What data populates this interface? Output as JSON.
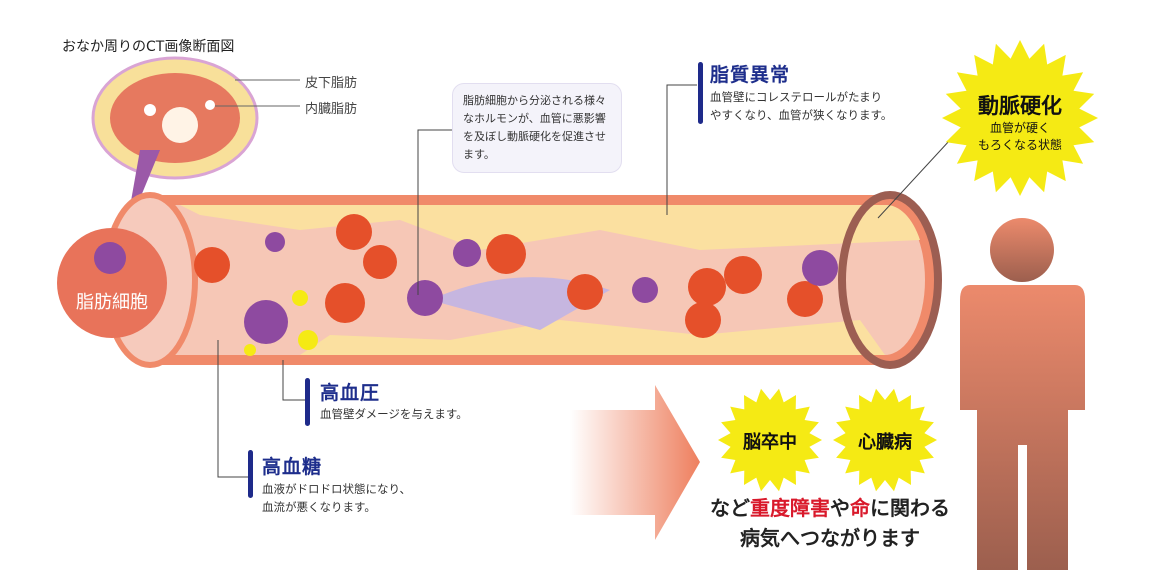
{
  "ct": {
    "title": "おなか周りのCT画像断面図",
    "subcutaneous": "皮下脂肪",
    "visceral": "内臓脂肪"
  },
  "fat_cell": {
    "label": "脂肪細胞"
  },
  "hormone_note": "脂肪細胞から分泌される様々なホルモンが、血管に悪影響を及ぼし動脈硬化を促進させます。",
  "dyslipidemia": {
    "title": "脂質異常",
    "desc": [
      "血管壁にコレステロールがたまり",
      "やすくなり、血管が狭くなります。"
    ]
  },
  "arteriosclerosis": {
    "title": "動脈硬化",
    "desc": [
      "血管が硬く",
      "もろくなる状態"
    ]
  },
  "hypertension": {
    "title": "高血圧",
    "desc": "血管壁ダメージを与えます。"
  },
  "hyperglycemia": {
    "title": "高血糖",
    "desc": [
      "血液がドロドロ状態になり、",
      "血流が悪くなります。"
    ]
  },
  "diseases": [
    "脳卒中",
    "心臓病"
  ],
  "conclusion": {
    "p1": "など",
    "p2": "重度障害",
    "p3": "や",
    "p4": "命",
    "p5": "に関わる",
    "line2": "病気へつながります"
  },
  "colors": {
    "accent": "#1e2a8a",
    "red": "#d9192b",
    "burst": "#f5ea14"
  }
}
